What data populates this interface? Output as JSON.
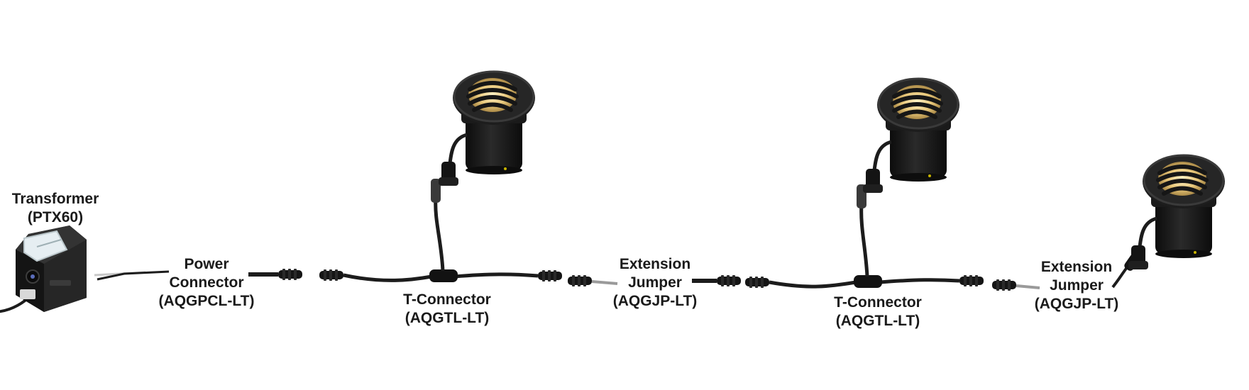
{
  "labels": {
    "transformer": {
      "line1": "Transformer",
      "line2": "(PTX60)"
    },
    "power_connector": {
      "line1": "Power",
      "line2": "Connector",
      "line3": "(AQGPCL-LT)"
    },
    "t_connector_1": {
      "line1": "T-Connector",
      "line2": "(AQGTL-LT)"
    },
    "extension_jumper_1": {
      "line1": "Extension",
      "line2": "Jumper",
      "line3": "(AQGJP-LT)"
    },
    "t_connector_2": {
      "line1": "T-Connector",
      "line2": "(AQGTL-LT)"
    },
    "extension_jumper_2": {
      "line1": "Extension",
      "line2": "Jumper",
      "line3": "(AQGJP-LT)"
    }
  },
  "colors": {
    "cable": "#1c1c1c",
    "fixture_body": "#141414",
    "lens_glow": "#e8c77a",
    "transformer_body": "#1e1e1e",
    "label_text": "#1a1a1a"
  },
  "icons": [
    "transformer-icon",
    "well-light-icon",
    "t-connector-icon",
    "connector-plug-icon"
  ]
}
